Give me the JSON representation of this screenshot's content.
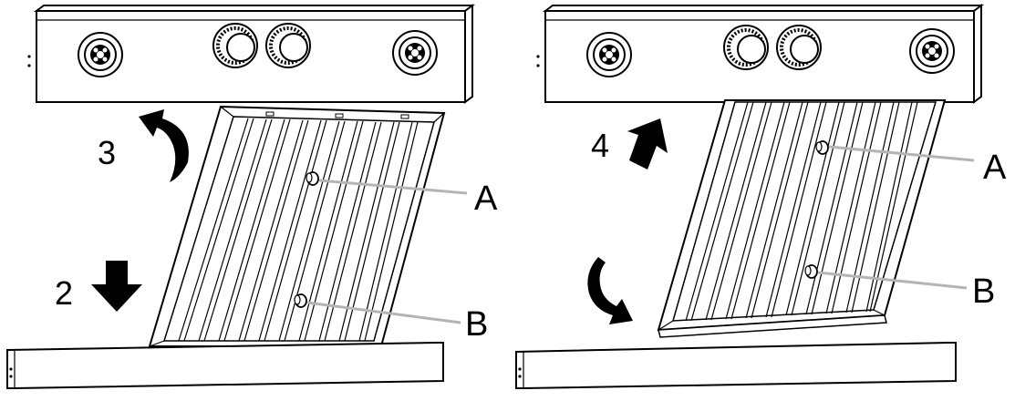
{
  "panel_left": {
    "step_top": "3",
    "step_bottom": "2",
    "callout_a": "A",
    "callout_b": "B"
  },
  "panel_right": {
    "step_top": "4",
    "callout_a": "A",
    "callout_b": "B"
  },
  "colors": {
    "ink": "#000000",
    "leader": "#b4b4b4",
    "background": "#ffffff"
  },
  "icons": {
    "rotate_top": "curved-arrow-counterclockwise-icon",
    "down": "arrow-down-icon",
    "up": "arrow-up-icon",
    "rotate_bottom": "curved-arrow-clockwise-icon"
  }
}
